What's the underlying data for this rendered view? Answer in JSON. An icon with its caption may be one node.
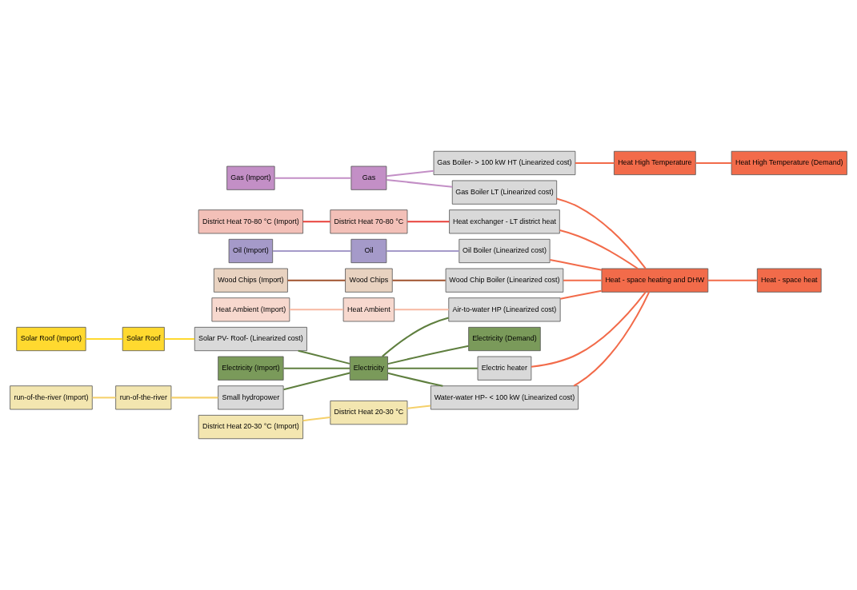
{
  "diagram": {
    "nodes": [
      {
        "text": [
          "Gas (Import)"
        ]
      },
      {
        "text": [
          "Gas"
        ]
      },
      {
        "text": [
          "Gas Boiler- > 100 kW HT (Linearized cost)"
        ]
      },
      {
        "text": [
          "Heat High Temperature"
        ]
      },
      {
        "text": [
          "Heat High Temperature (Demand)"
        ]
      },
      {
        "text": [
          "Oil (Import)"
        ]
      },
      {
        "text": [
          "Oil"
        ]
      },
      {
        "text": [
          "Gas Boiler LT (Linearized cost)"
        ]
      },
      {
        "text": [
          "Oil Boiler (Linearized cost)"
        ]
      },
      {
        "text": [
          "Heat - space heating and DHW"
        ]
      },
      {
        "text": [
          "Heat - space heat"
        ]
      },
      {
        "text": [
          "Wood Chips (Import)"
        ]
      },
      {
        "text": [
          "Wood Chips"
        ]
      },
      {
        "text": [
          "Wood Chip Boiler (Linearized cost)"
        ]
      },
      {
        "text": [
          "District Heat 20-30 °C (Import)"
        ]
      },
      {
        "text": [
          "District Heat 20-30 °C"
        ]
      },
      {
        "text": [
          "Water-water HP- < 100 kW (Linearized cost)"
        ]
      },
      {
        "text": [
          "District Heat 70-80 °C (Import)"
        ]
      },
      {
        "text": [
          "District Heat 70-80 °C"
        ]
      },
      {
        "text": [
          "Heat exchanger - LT district heat"
        ]
      },
      {
        "text": [
          "Heat Ambient (Import)"
        ]
      },
      {
        "text": [
          "Heat Ambient"
        ]
      },
      {
        "text": [
          "Air-to-water HP (Linearized cost)"
        ]
      },
      {
        "text": [
          "Electric heater"
        ]
      },
      {
        "text": [
          "Electricity (Import)"
        ]
      },
      {
        "text": [
          "Electricity"
        ]
      },
      {
        "text": [
          "Electricity (Demand)"
        ]
      },
      {
        "text": [
          "run-of-the-river (Import)"
        ]
      },
      {
        "text": [
          "run-of-the-river"
        ]
      },
      {
        "text": [
          "Small hydropower"
        ]
      },
      {
        "text": [
          "Solar Roof (Import)"
        ]
      },
      {
        "text": [
          "Solar Roof"
        ]
      },
      {
        "text": [
          "Solar PV- Roof- (Linearized cost)"
        ]
      }
    ],
    "edges": [
      {
        "from": 0,
        "to": 1,
        "arrow": "none",
        "color": "#c38fc6"
      },
      {
        "from": 1,
        "to": 2,
        "arrow": "none",
        "color": "#c38fc6"
      },
      {
        "from": 1,
        "to": 7,
        "arrow": "none",
        "color": "#c38fc6"
      },
      {
        "from": 2,
        "to": 3,
        "arrow": "none"
      },
      {
        "from": 3,
        "to": 4,
        "arrow": "none"
      },
      {
        "from": 5,
        "to": 6,
        "arrow": "none",
        "color": "#a59ac9"
      },
      {
        "from": 6,
        "to": 8,
        "arrow": "none",
        "color": "#a59ac9"
      },
      {
        "from": 7,
        "to": 9,
        "arrow": "none"
      },
      {
        "from": 8,
        "to": 9,
        "arrow": "none"
      },
      {
        "from": 9,
        "to": 10,
        "arrow": "none"
      },
      {
        "from": 11,
        "to": 12,
        "arrow": "none",
        "color": "#a0522d"
      },
      {
        "from": 12,
        "to": 13,
        "arrow": "none",
        "color": "#a0522d"
      },
      {
        "from": 13,
        "to": 9,
        "arrow": "none"
      },
      {
        "from": 14,
        "to": 15,
        "arrow": "none",
        "color": "#f5d06a"
      },
      {
        "from": 15,
        "to": 16,
        "arrow": "none",
        "color": "#f5d06a"
      },
      {
        "from": 16,
        "to": 9,
        "arrow": "none"
      },
      {
        "from": 17,
        "to": 18,
        "arrow": "none",
        "color": "#e8403a"
      },
      {
        "from": 18,
        "to": 19,
        "arrow": "none",
        "color": "#e8403a"
      },
      {
        "from": 19,
        "to": 9,
        "arrow": "none"
      },
      {
        "from": 20,
        "to": 21,
        "arrow": "none",
        "color": "#f7b8a2"
      },
      {
        "from": 21,
        "to": 22,
        "arrow": "none",
        "color": "#f7b8a2"
      },
      {
        "from": 22,
        "to": 9,
        "arrow": "none"
      },
      {
        "from": 23,
        "to": 9,
        "arrow": "none"
      },
      {
        "from": 24,
        "to": 25,
        "arrow": "none",
        "color": "#5f7f3f"
      },
      {
        "from": 25,
        "to": 26,
        "arrow": "none",
        "color": "#5f7f3f"
      },
      {
        "from": 25,
        "to": 16,
        "arrow": "none",
        "color": "#5f7f3f"
      },
      {
        "from": 25,
        "to": 22,
        "arrow": "none",
        "color": "#5f7f3f"
      },
      {
        "from": 25,
        "to": 23,
        "arrow": "none",
        "color": "#5f7f3f"
      },
      {
        "from": 27,
        "to": 28,
        "arrow": "none",
        "color": "#f5d06a"
      },
      {
        "from": 28,
        "to": 29,
        "arrow": "none",
        "color": "#f5d06a"
      },
      {
        "from": 29,
        "to": 25,
        "arrow": "none",
        "color": "#5f7f3f"
      },
      {
        "from": 30,
        "to": 31,
        "arrow": "none",
        "color": "#ffd92f"
      },
      {
        "from": 31,
        "to": 32,
        "arrow": "none",
        "color": "#ffd92f"
      },
      {
        "from": 32,
        "to": 25,
        "arrow": "none",
        "color": "#5f7f3f"
      }
    ]
  }
}
